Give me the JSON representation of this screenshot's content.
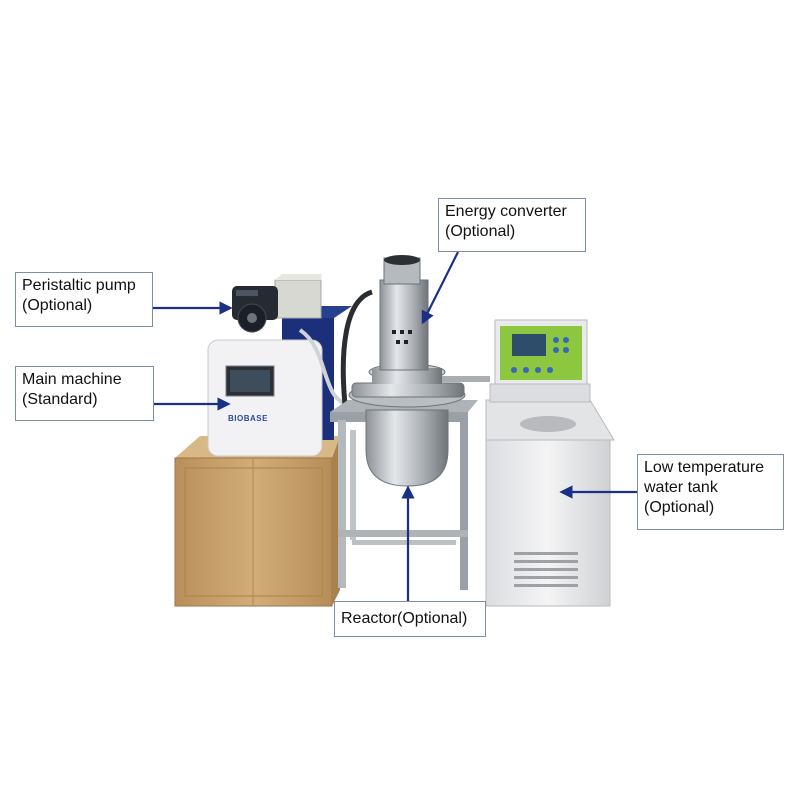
{
  "labels": {
    "energy_converter": {
      "line1": "Energy converter",
      "line2": "(Optional)"
    },
    "peristaltic_pump": {
      "line1": "Peristaltic pump",
      "line2": "(Optional)"
    },
    "main_machine": {
      "line1": "Main machine",
      "line2": "(Standard)"
    },
    "water_tank": {
      "line1": "Low temperature",
      "line2": "water tank",
      "line3": "(Optional)"
    },
    "reactor": {
      "line1": "Reactor(Optional)"
    }
  },
  "device_brand": "BIOBASE",
  "colors": {
    "arrow": "#1a2f86",
    "callout_border": "#7d8fa6",
    "cardboard": "#c9a470",
    "steel": "#c8ccd0",
    "machine_blue": "#1c2f7a",
    "panel_green": "#8dc63f"
  }
}
